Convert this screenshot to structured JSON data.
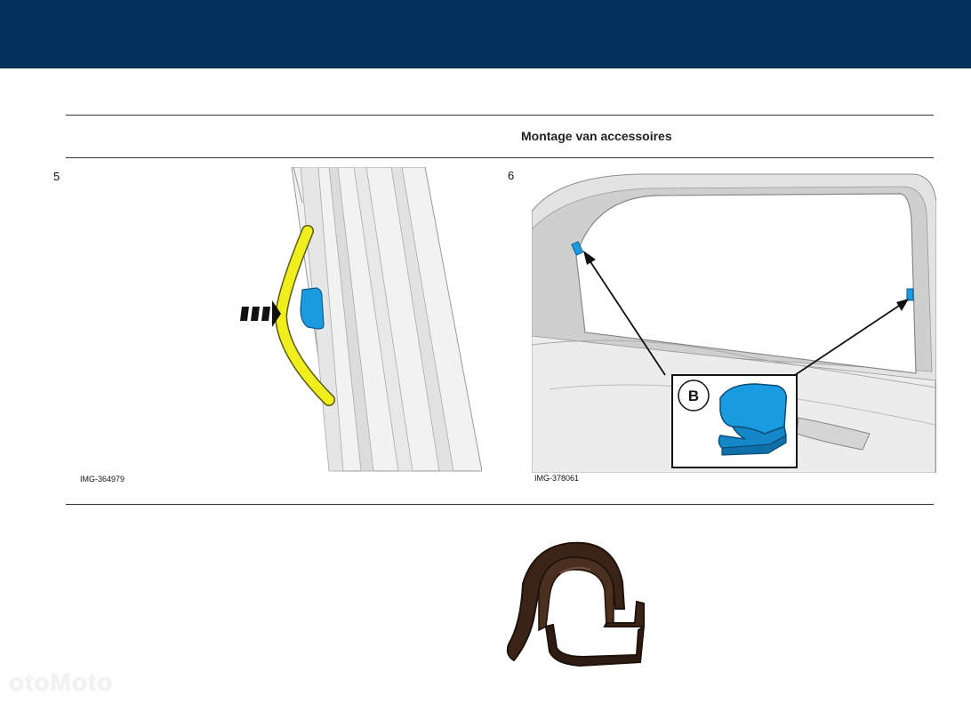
{
  "header": {
    "title": "Montage van accessoires"
  },
  "steps": [
    {
      "number": "5",
      "image_id": "IMG-364979"
    },
    {
      "number": "6",
      "image_id": "IMG-378061"
    }
  ],
  "callout": {
    "label": "B"
  },
  "colors": {
    "header_bar": "#04305c",
    "highlight_yellow": "#f1ee1e",
    "clip_blue": "#1a9be0"
  }
}
